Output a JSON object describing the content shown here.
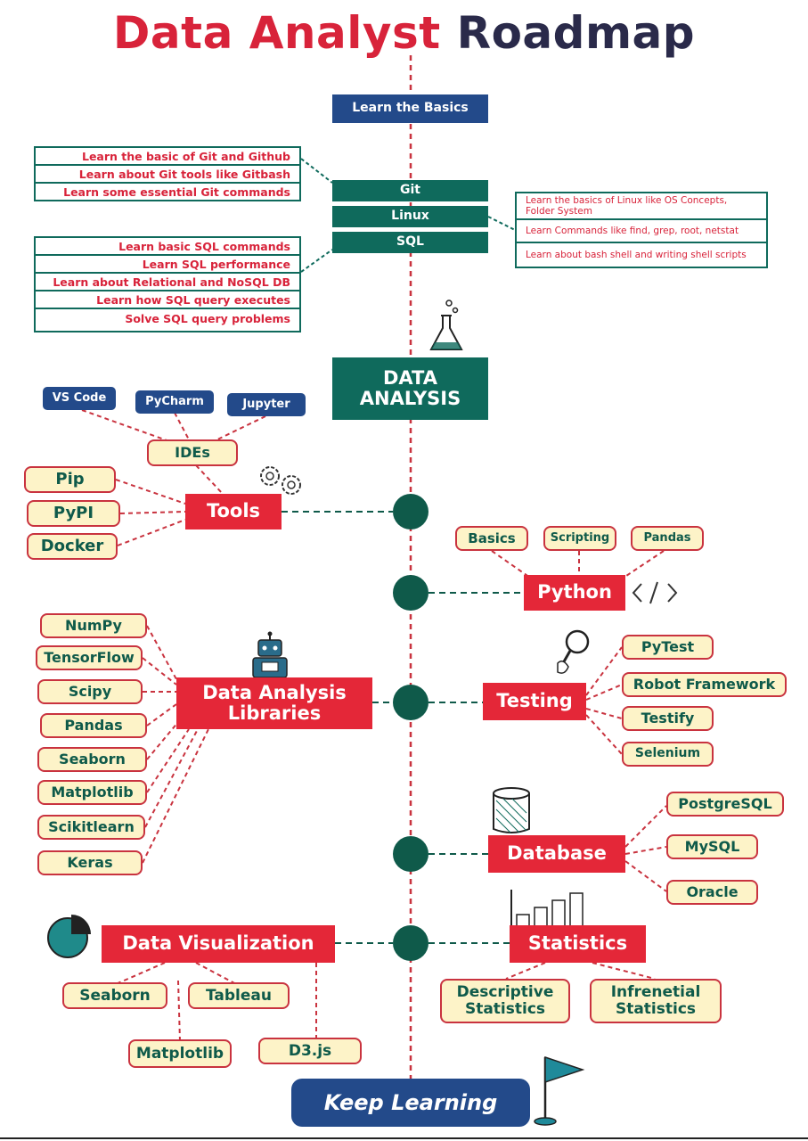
{
  "title": {
    "part1": "Data Analyst",
    "part2": "Roadmap"
  },
  "basics": "Learn the Basics",
  "git_items": [
    "Learn the basic of Git and Github",
    "Learn about Git tools like Gitbash",
    "Learn some essential Git commands"
  ],
  "center_stack": [
    "Git",
    "Linux",
    "SQL"
  ],
  "linux_items": [
    "Learn the basics of Linux like OS Concepts, Folder System",
    "Learn Commands like find, grep, root, netstat",
    "Learn about bash shell and writing shell scripts"
  ],
  "sql_items": [
    "Learn basic SQL commands",
    "Learn SQL performance",
    "Learn about Relational and NoSQL DB",
    "Learn how SQL query executes",
    "Solve SQL query problems"
  ],
  "data_analysis": {
    "line1": "DATA",
    "line2": "ANALYSIS"
  },
  "ides": {
    "tags": [
      "VS Code",
      "PyCharm",
      "Jupyter"
    ],
    "label": "IDEs"
  },
  "tools": {
    "label": "Tools",
    "items": [
      "Pip",
      "PyPI",
      "Docker"
    ]
  },
  "python": {
    "label": "Python",
    "items": [
      "Basics",
      "Scripting",
      "Pandas"
    ]
  },
  "libraries": {
    "label_line1": "Data Analysis",
    "label_line2": "Libraries",
    "items": [
      "NumPy",
      "TensorFlow",
      "Scipy",
      "Pandas",
      "Seaborn",
      "Matplotlib",
      "Scikitlearn",
      "Keras"
    ]
  },
  "testing": {
    "label": "Testing",
    "items": [
      "PyTest",
      "Robot Framework",
      "Testify",
      "Selenium"
    ]
  },
  "database": {
    "label": "Database",
    "items": [
      "PostgreSQL",
      "MySQL",
      "Oracle"
    ]
  },
  "visualization": {
    "label": "Data Visualization",
    "items": [
      "Seaborn",
      "Tableau",
      "Matplotlib",
      "D3.js"
    ]
  },
  "statistics": {
    "label": "Statistics",
    "items": [
      "Descriptive Statistics",
      "Infrenetial Statistics"
    ]
  },
  "keep_learning": "Keep Learning",
  "colors": {
    "red": "#e42738",
    "green": "#0f6a5c",
    "blue": "#234a8a",
    "pill": "#fdf3c8"
  }
}
